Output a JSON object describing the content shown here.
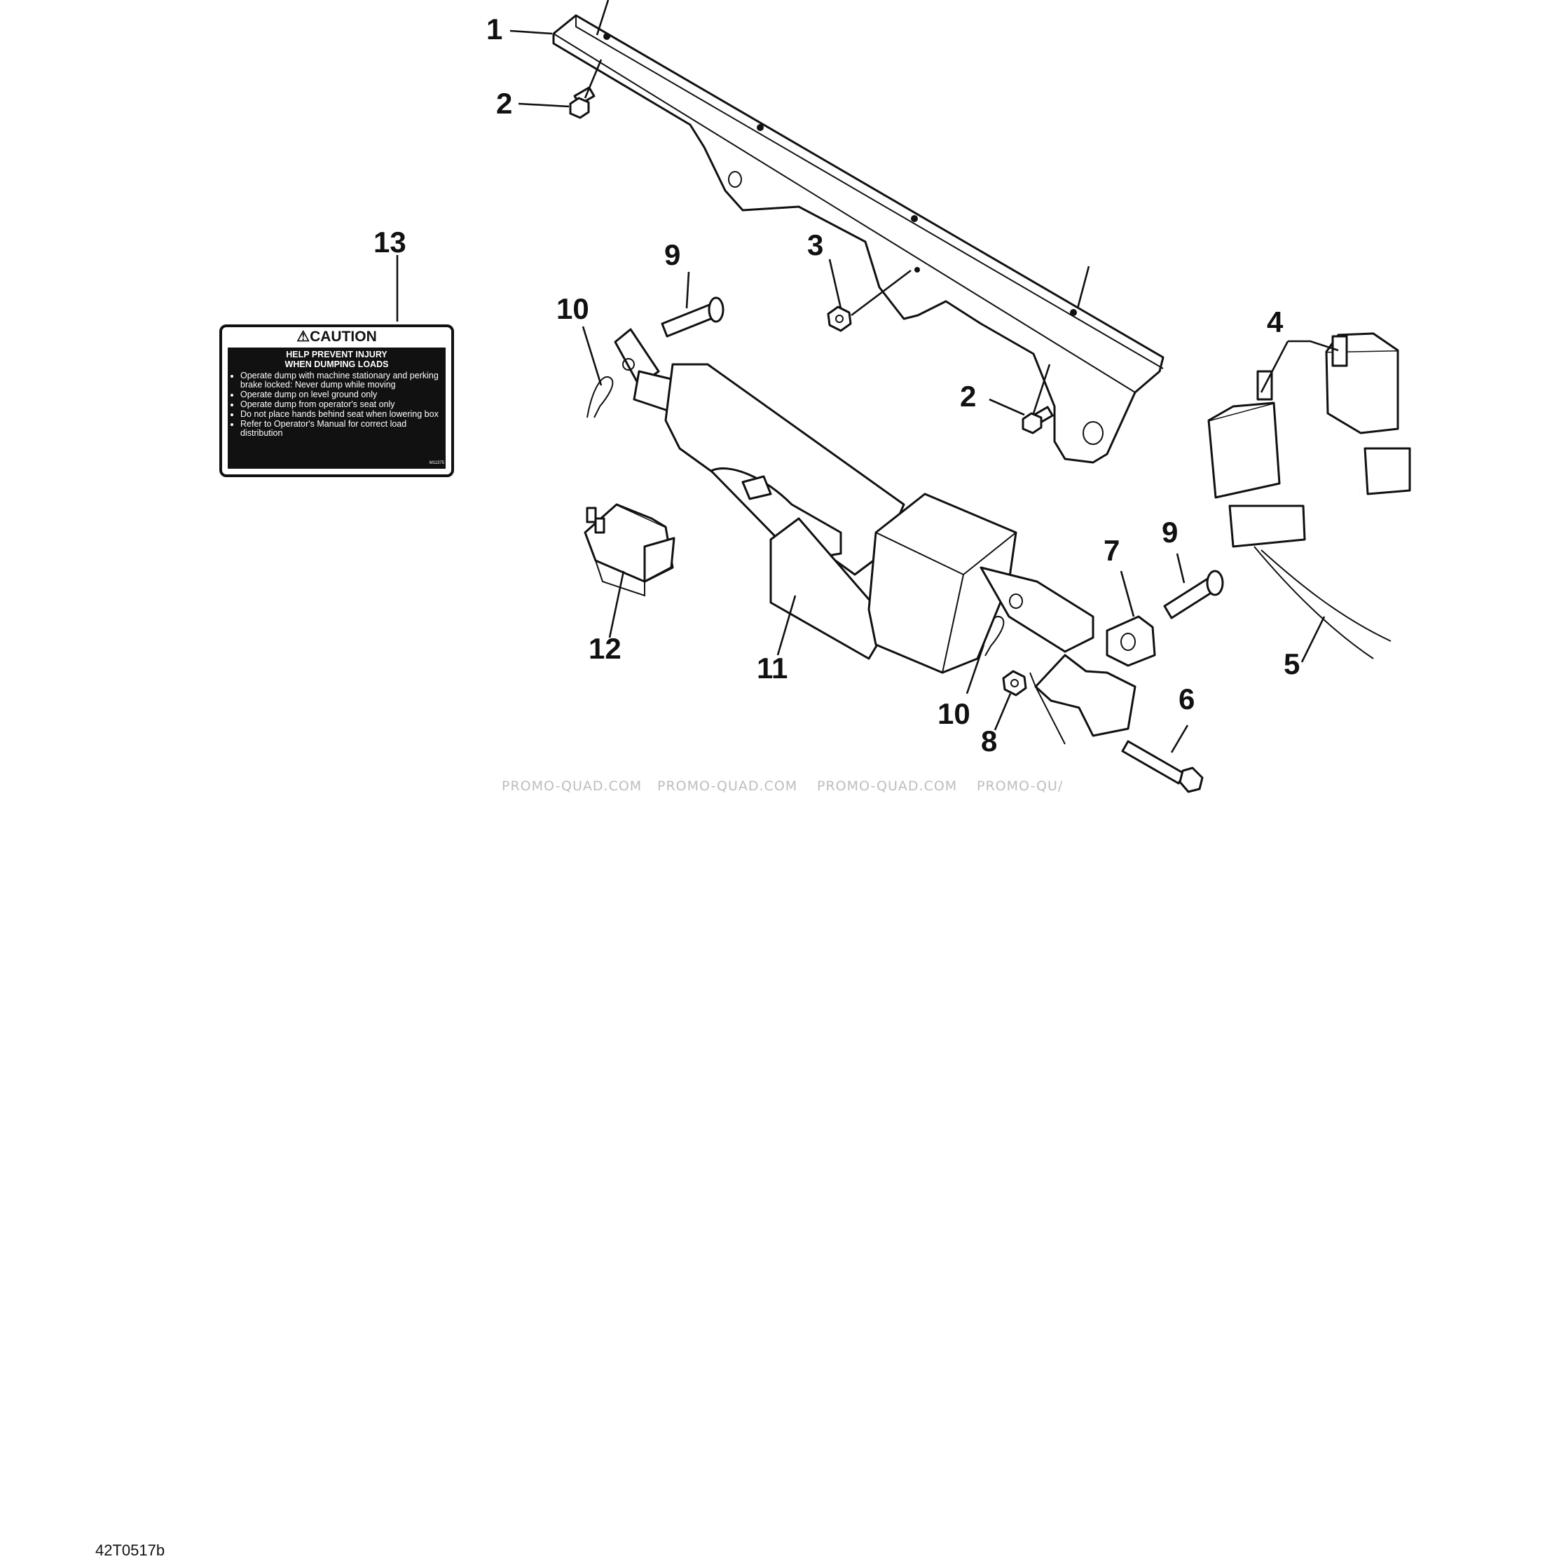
{
  "diagram": {
    "callouts": {
      "c1": "1",
      "c2a": "2",
      "c2b": "2",
      "c3": "3",
      "c4": "4",
      "c5": "5",
      "c6": "6",
      "c7": "7",
      "c8": "8",
      "c9a": "9",
      "c9b": "9",
      "c10a": "10",
      "c10b": "10",
      "c11": "11",
      "c12": "12",
      "c13": "13"
    },
    "watermarks": [
      "PROMO-QUAD.COM",
      "PROMO-QUAD.COM",
      "PROMO-QUAD.COM",
      "PROMO-QU/"
    ],
    "figure_id": "42T0517b"
  },
  "decal": {
    "heading": "⚠CAUTION",
    "title_line1": "HELP PREVENT INJURY",
    "title_line2": "WHEN DUMPING LOADS",
    "items": [
      "Operate dump with machine stationary and perking brake locked: Never dump while moving",
      "Operate dump on level ground only",
      "Operate dump from operator's seat only",
      "Do not place hands behind seat when lowering box",
      "Refer to Operator's Manual for correct load distribution"
    ],
    "code": "M11375"
  }
}
